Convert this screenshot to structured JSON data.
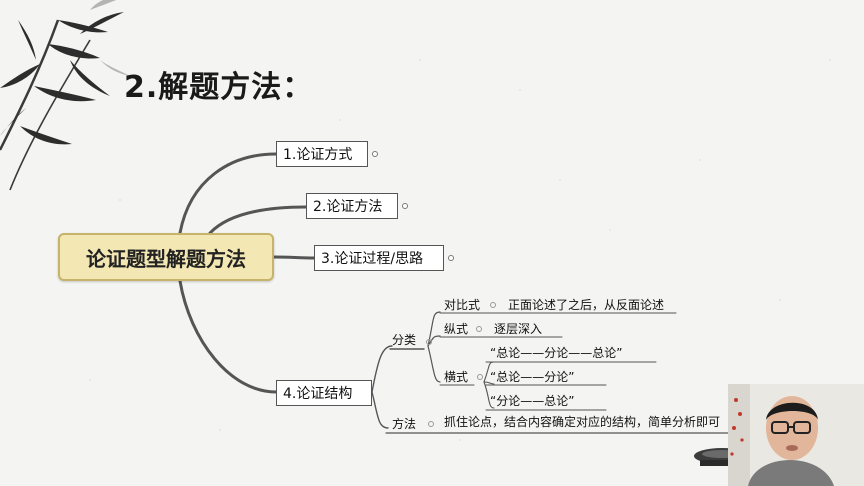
{
  "slide": {
    "title": "2.解题方法："
  },
  "mindmap": {
    "root": "论证题型解题方法",
    "branches": [
      {
        "label": "1.论证方式"
      },
      {
        "label": "2.论证方法"
      },
      {
        "label": "3.论证过程/思路"
      },
      {
        "label": "4.论证结构"
      }
    ],
    "structure": {
      "category_label": "分类",
      "method_label": "方法",
      "method_text": "抓住论点，结合内容确定对应的结构，简单分析即可",
      "types": [
        {
          "label": "对比式",
          "detail": "正面论述了之后，从反面论述"
        },
        {
          "label": "纵式",
          "detail": "逐层深入"
        },
        {
          "label": "横式"
        }
      ],
      "horizontal_forms": [
        "“总论——分论——总论”",
        "“总论——分论”",
        "“分论——总论”"
      ]
    }
  },
  "colors": {
    "background": "#f4f4f2",
    "root_fill": "#f3e7b4",
    "root_border": "#c8b36a",
    "connector": "#555555"
  },
  "icons": [
    "bamboo-decoration",
    "ink-stone-decoration",
    "collapse-indicator-icon"
  ]
}
